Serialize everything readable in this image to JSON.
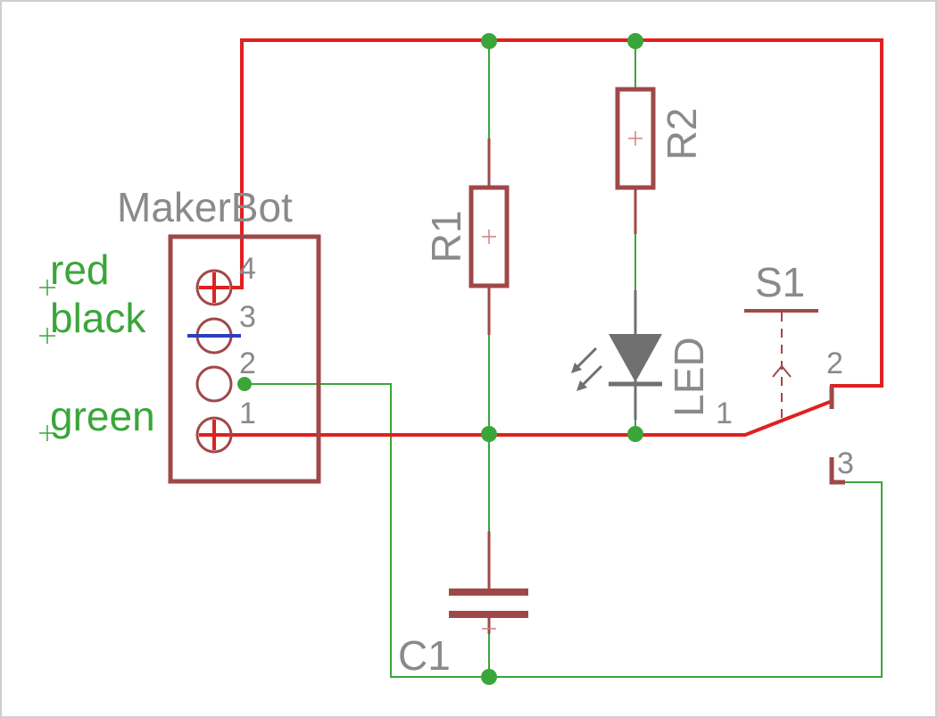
{
  "diagram": {
    "connector": {
      "label": "MakerBot",
      "pins": [
        {
          "number": "4"
        },
        {
          "number": "3"
        },
        {
          "number": "2"
        },
        {
          "number": "1"
        }
      ]
    },
    "wire_labels": {
      "red": "red",
      "black": "black",
      "green": "green"
    },
    "components": {
      "r1": "R1",
      "r2": "R2",
      "led": "LED",
      "c1": "C1",
      "s1": "S1"
    },
    "switch_pins": {
      "p1": "1",
      "p2": "2",
      "p3": "3"
    },
    "colors": {
      "power_wire": "#e02020",
      "signal_wire": "#3aa63a",
      "component": "#a04848",
      "ground_pin": "#2a3fbf",
      "label_gray": "#8a8a8a"
    }
  }
}
